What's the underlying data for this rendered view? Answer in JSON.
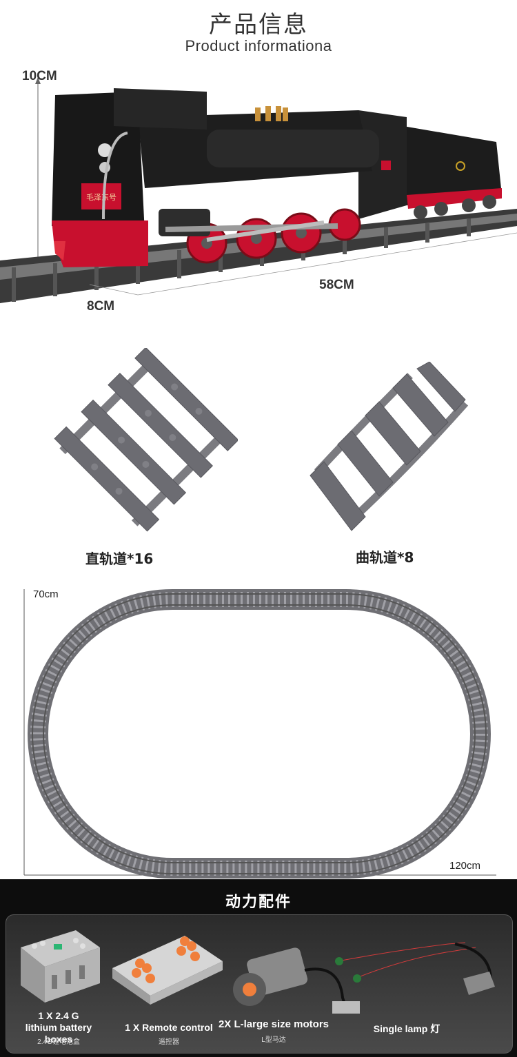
{
  "header": {
    "title_cn": "产品信息",
    "title_en": "Product informationa"
  },
  "train": {
    "height_label": "10CM",
    "length_label": "58CM",
    "width_label": "8CM",
    "plate_text": "毛泽东号",
    "colors": {
      "body": "#1c1c1c",
      "red": "#c8102e",
      "track": "#6e6e6e"
    }
  },
  "tracks": {
    "straight_label": "直轨道*16",
    "curved_label": "曲轨道*8",
    "track_color": "#7b7b80"
  },
  "layout_diagram": {
    "height_label": "70cm",
    "width_label": "120cm"
  },
  "accessories": {
    "section_title": "动力配件",
    "items": [
      {
        "label": "1 X 2.4 G\nlithium battery boxes",
        "sub": "2.4G锂电池盒"
      },
      {
        "label": "1 X Remote control",
        "sub": "遥控器"
      },
      {
        "label": "2X L-large size motors",
        "sub": "L型马达"
      },
      {
        "label": "Single lamp 灯",
        "sub": ""
      }
    ]
  }
}
